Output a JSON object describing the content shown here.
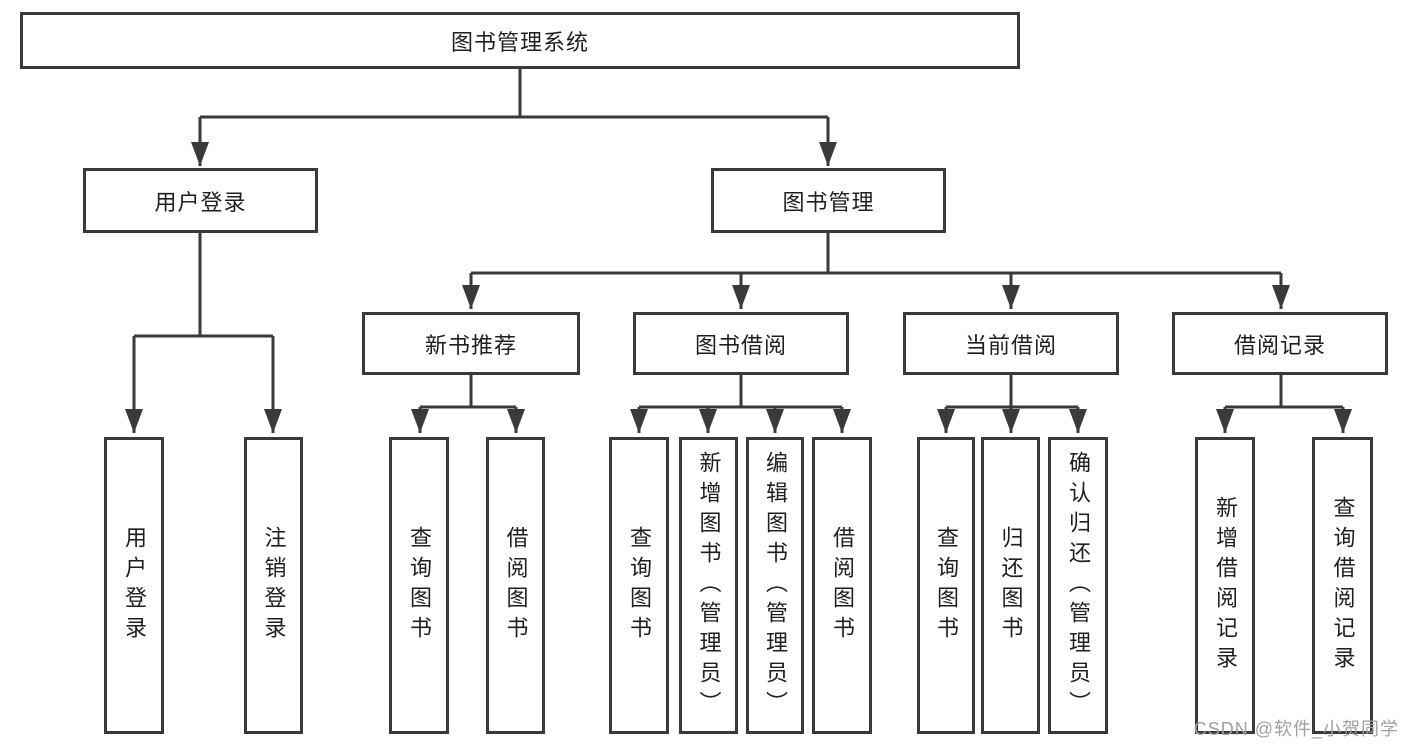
{
  "diagram": {
    "title_node": "图书管理系统",
    "login": {
      "label": "用户登录",
      "children": [
        "用户登录",
        "注销登录"
      ]
    },
    "management": {
      "label": "图书管理",
      "groups": [
        {
          "label": "新书推荐",
          "children": [
            "查询图书",
            "借阅图书"
          ]
        },
        {
          "label": "图书借阅",
          "children": [
            "查询图书",
            "新增图书（管理员）",
            "编辑图书（管理员）",
            "借阅图书"
          ]
        },
        {
          "label": "当前借阅",
          "children": [
            "查询图书",
            "归还图书",
            "确认归还（管理员）"
          ]
        },
        {
          "label": "借阅记录",
          "children": [
            "新增借阅记录",
            "查询借阅记录"
          ]
        }
      ]
    },
    "colors": {
      "line": "#3a3a3a",
      "text": "#1f1f1f",
      "background": "#ffffff",
      "watermark": "#a0a0a0"
    }
  },
  "watermark": {
    "text": "CSDN @软件_小贺同学"
  }
}
